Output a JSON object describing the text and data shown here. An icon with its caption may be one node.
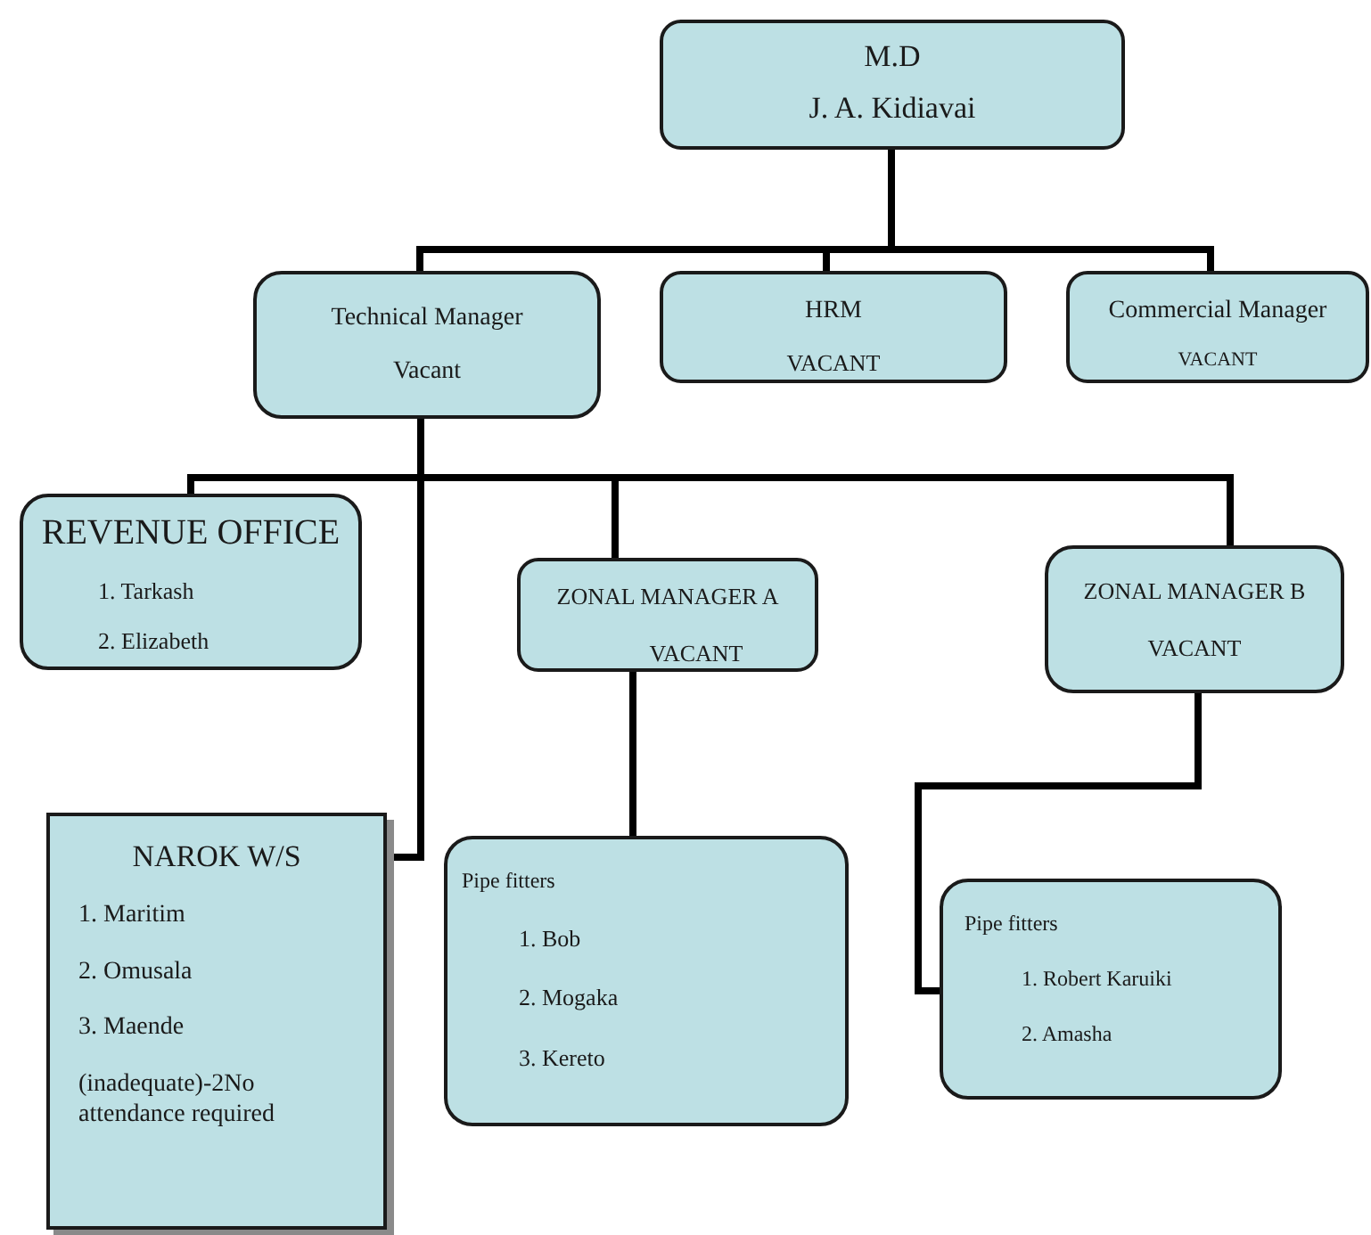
{
  "diagram": {
    "nodes": [
      {
        "text": [
          "M.D",
          "J. A. Kidiavai"
        ]
      },
      {
        "text": [
          "Technical Manager",
          "Vacant"
        ]
      },
      {
        "text": [
          "HRM",
          "VACANT"
        ]
      },
      {
        "text": [
          "Commercial Manager",
          "VACANT"
        ]
      },
      {
        "text": [
          "REVENUE OFFICE",
          "1. Tarkash",
          "2. Elizabeth"
        ]
      },
      {
        "text": [
          "ZONAL MANAGER A",
          "VACANT"
        ]
      },
      {
        "text": [
          "ZONAL MANAGER B",
          "VACANT"
        ]
      },
      {
        "text": [
          "NAROK W/S",
          "1. Maritim",
          "2. Omusala",
          "3. Maende",
          "(inadequate)-2No attendance required"
        ]
      },
      {
        "text": [
          "Pipe fitters",
          "1. Bob",
          "2. Mogaka",
          "3. Kereto"
        ]
      },
      {
        "text": [
          "Pipe fitters",
          "1. Robert Karuiki",
          "2. Amasha"
        ]
      }
    ],
    "edges": [
      {
        "from": 0,
        "to": 1,
        "arrow": "none"
      },
      {
        "from": 0,
        "to": 2,
        "arrow": "none"
      },
      {
        "from": 0,
        "to": 3,
        "arrow": "none"
      },
      {
        "from": 1,
        "to": 4,
        "arrow": "none"
      },
      {
        "from": 1,
        "to": 5,
        "arrow": "none"
      },
      {
        "from": 1,
        "to": 6,
        "arrow": "none"
      },
      {
        "from": 1,
        "to": 7,
        "arrow": "none"
      },
      {
        "from": 5,
        "to": 8,
        "arrow": "none"
      },
      {
        "from": 6,
        "to": 9,
        "arrow": "none"
      }
    ]
  }
}
